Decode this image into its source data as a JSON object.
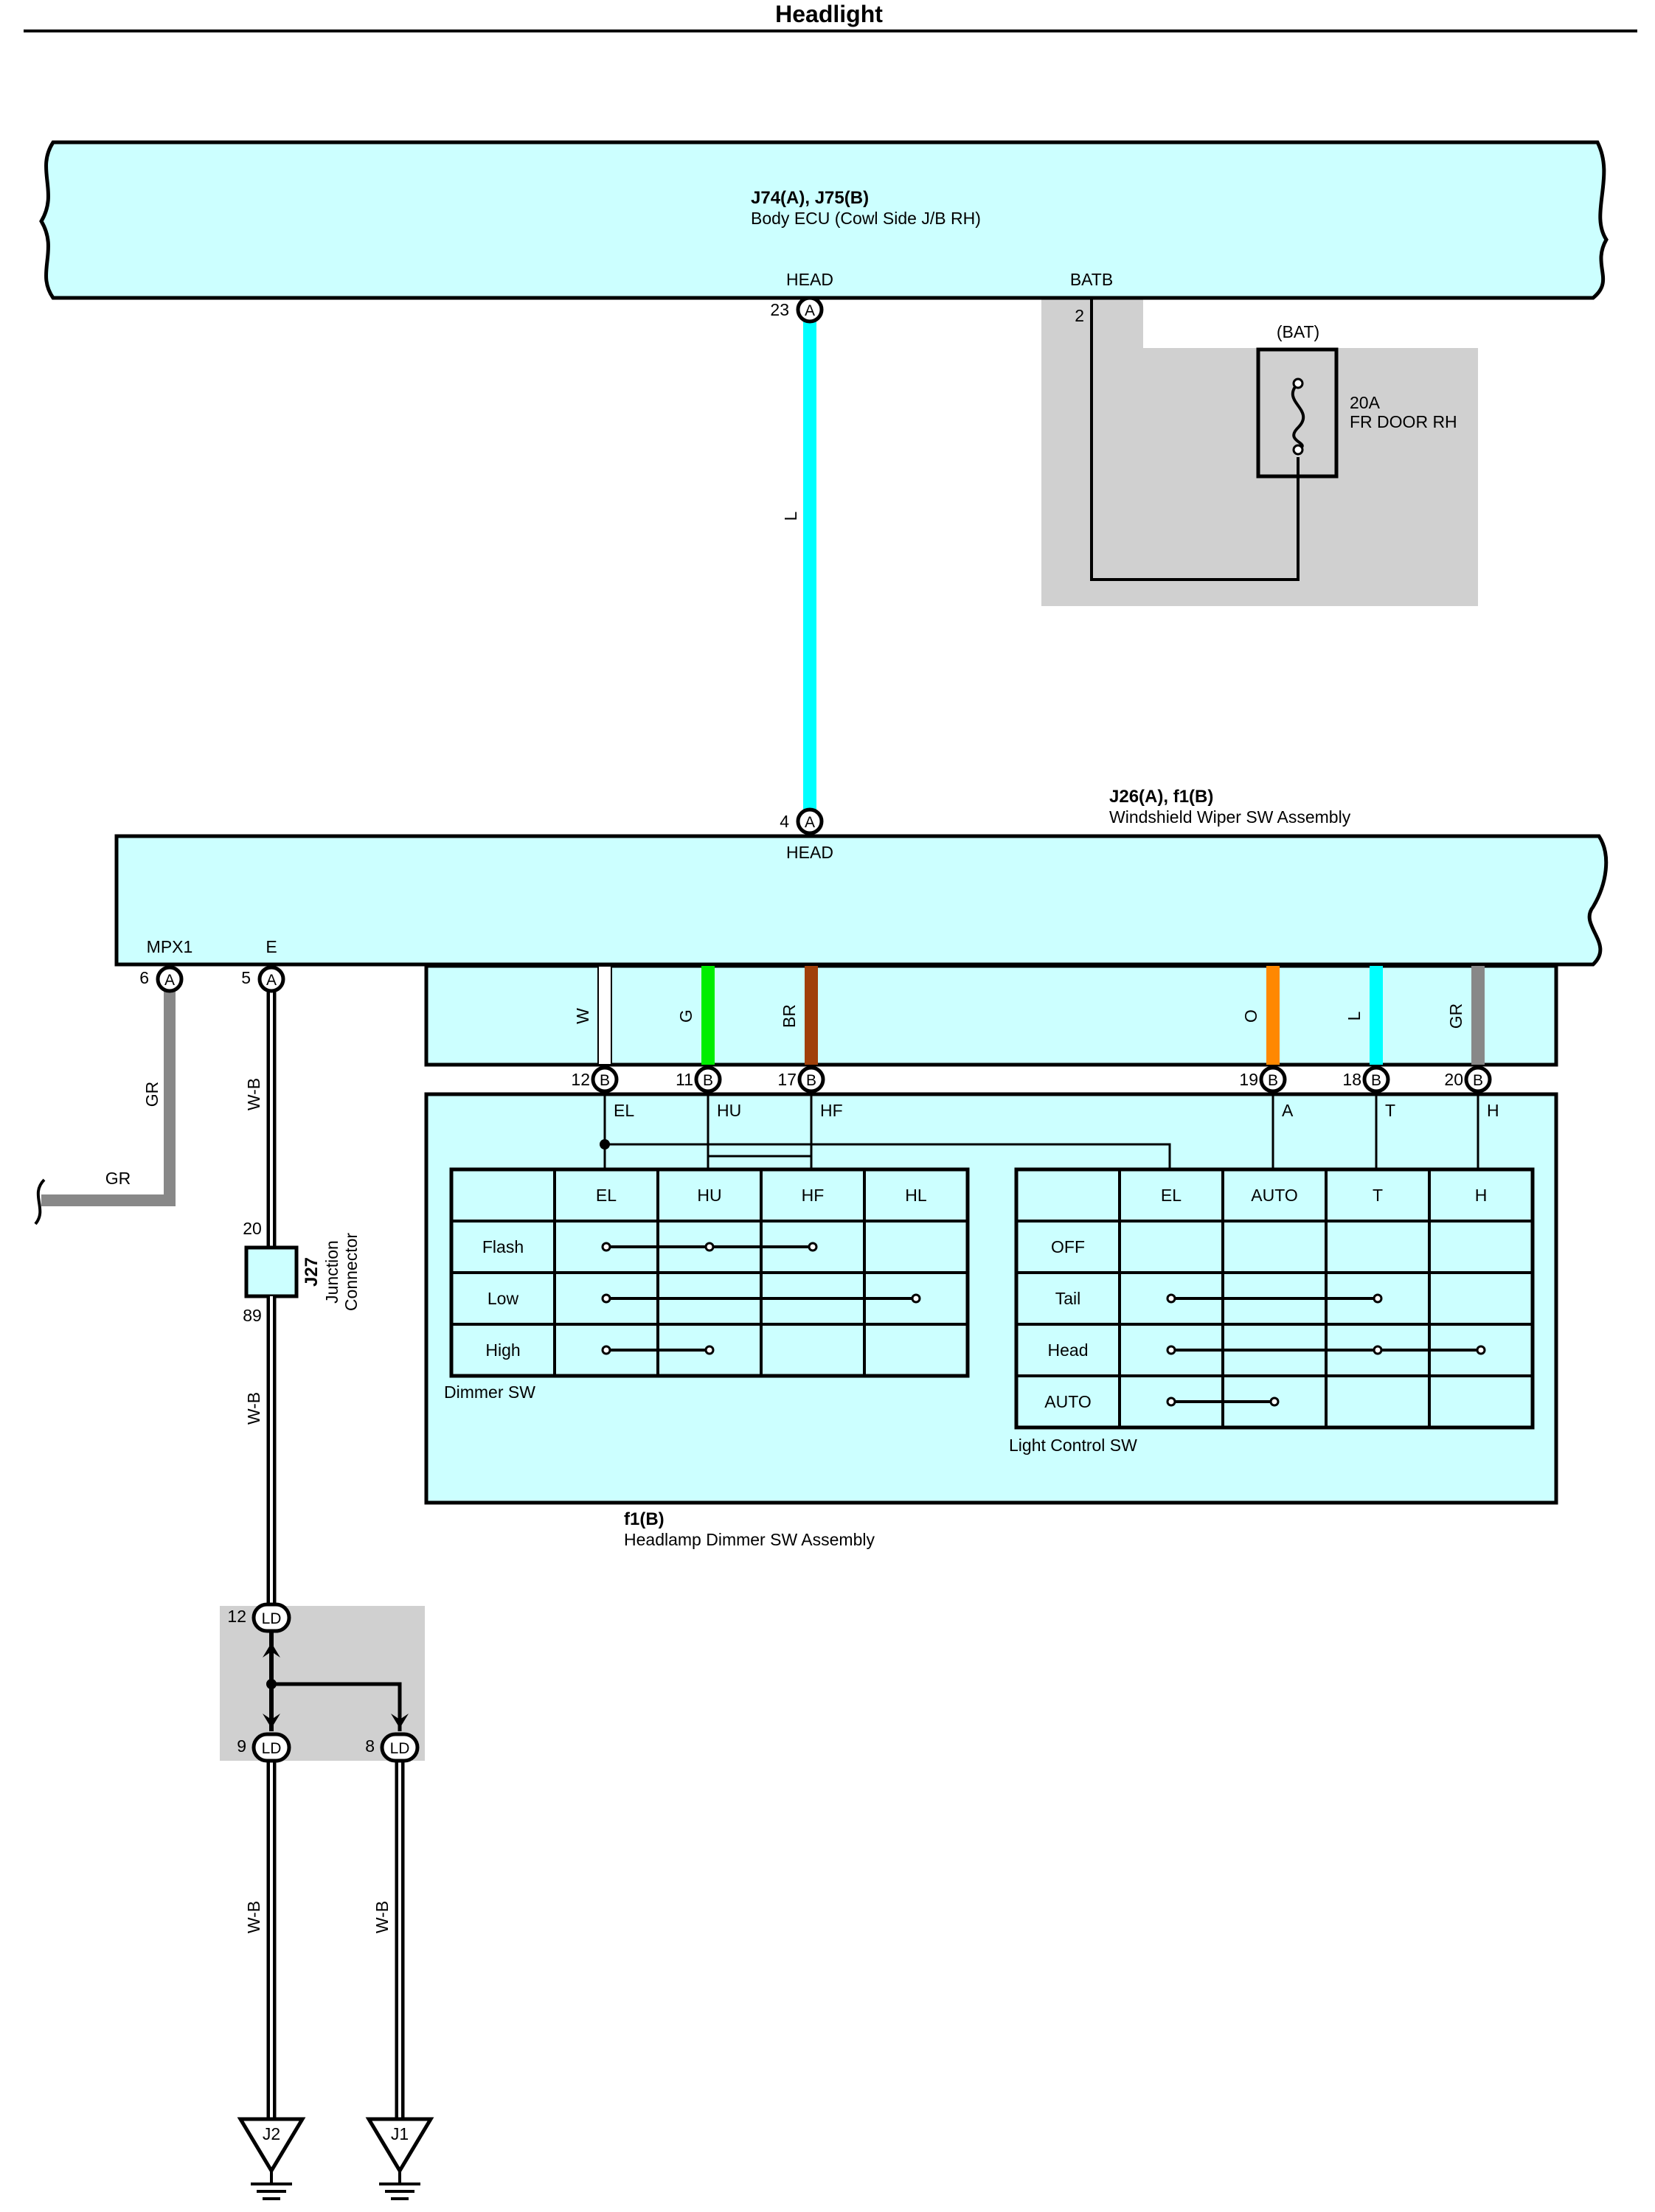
{
  "title": "Headlight",
  "colors": {
    "component_fill": "#ccffff",
    "shaded_area": "#d0d0d0",
    "wire_L": "#00ffff",
    "wire_G": "#00ee00",
    "wire_BR": "#a0400a",
    "wire_O": "#ff8800",
    "wire_GR": "#888888",
    "wire_W": "#ffffff",
    "wire_WB": "#000000"
  },
  "body_ecu": {
    "connector": "J74(A), J75(B)",
    "name": "Body ECU (Cowl Side J/B RH)",
    "pins": [
      {
        "num": "23",
        "connector": "A",
        "terminal": "HEAD"
      },
      {
        "num": "2",
        "connector": "",
        "terminal": "BATB"
      }
    ]
  },
  "fuse": {
    "source": "(BAT)",
    "rating": "20A",
    "name": "FR DOOR RH"
  },
  "wiper_sw": {
    "connector": "J26(A), f1(B)",
    "name": "Windshield Wiper SW Assembly",
    "head_pin": {
      "num": "4",
      "connector": "A",
      "terminal": "HEAD"
    },
    "left_pins": [
      {
        "num": "6",
        "connector": "A",
        "terminal": "MPX1"
      },
      {
        "num": "5",
        "connector": "A",
        "terminal": "E"
      }
    ]
  },
  "wires": {
    "head": "L",
    "mpx1": "GR",
    "mpx1_end": "GR",
    "e_upper": "W-B",
    "e_lower": "W-B",
    "j2_wire": "W-B",
    "j1_wire": "W-B"
  },
  "dimmer_pins": [
    {
      "num": "12",
      "connector": "B",
      "wire": "W",
      "terminal": "EL"
    },
    {
      "num": "11",
      "connector": "B",
      "wire": "G",
      "terminal": "HU"
    },
    {
      "num": "17",
      "connector": "B",
      "wire": "BR",
      "terminal": "HF"
    },
    {
      "num": "19",
      "connector": "B",
      "wire": "O",
      "terminal": "A"
    },
    {
      "num": "18",
      "connector": "B",
      "wire": "L",
      "terminal": "T"
    },
    {
      "num": "20",
      "connector": "B",
      "wire": "GR",
      "terminal": "H"
    }
  ],
  "dimmer_table": {
    "label": "Dimmer SW",
    "columns": [
      "EL",
      "HU",
      "HF",
      "HL"
    ],
    "rows": [
      "Flash",
      "Low",
      "High"
    ]
  },
  "light_table": {
    "label": "Light Control SW",
    "columns": [
      "EL",
      "AUTO",
      "T",
      "H"
    ],
    "rows": [
      "OFF",
      "Tail",
      "Head",
      "AUTO"
    ]
  },
  "dimmer_assembly": {
    "connector": "f1(B)",
    "name": "Headlamp Dimmer SW Assembly"
  },
  "junction": {
    "id": "J27",
    "name": "Junction",
    "name2": "Connector",
    "pin_top": "20",
    "pin_bottom": "89"
  },
  "ld_pins": [
    {
      "num": "12",
      "connector": "LD"
    },
    {
      "num": "9",
      "connector": "LD"
    },
    {
      "num": "8",
      "connector": "LD"
    }
  ],
  "grounds": [
    "J2",
    "J1"
  ]
}
